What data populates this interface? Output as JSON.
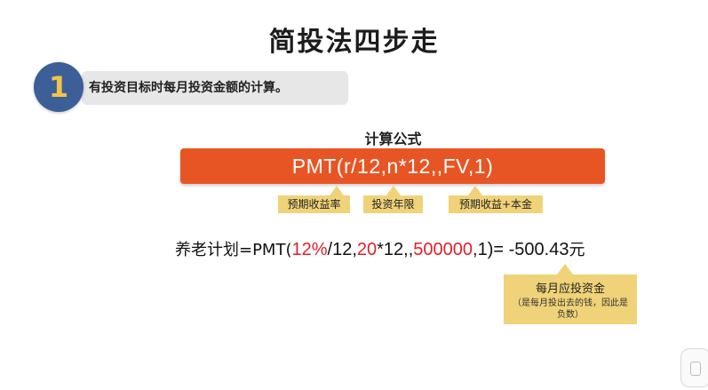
{
  "header": {
    "faded_caption": "",
    "title": "简投法四步走"
  },
  "step": {
    "number": "1",
    "text": "有投资目标时每月投资金额的计算。"
  },
  "formula": {
    "label": "计算公式",
    "text": "PMT(r/12,n*12,,FV,1)",
    "tags": [
      "预期收益率",
      "投资年限",
      "预期收益+本金"
    ]
  },
  "plan": {
    "prefix": "养老计划=PMT(",
    "rate": "12%",
    "rate_suffix": "/12,",
    "years": "20",
    "years_suffix": "*12,,",
    "fv": "500000",
    "result_part": ",1)= -500.43",
    "unit": "元"
  },
  "callout": {
    "title": "每月应投资金",
    "note": "（是每月投出去的钱，因此是负数）"
  },
  "colors": {
    "formula_bar": "#e85524",
    "tag_bg": "#f0d378",
    "step_circle": "#3d5f98",
    "step_number": "#f2c24a",
    "highlight_red": "#e0202a"
  }
}
